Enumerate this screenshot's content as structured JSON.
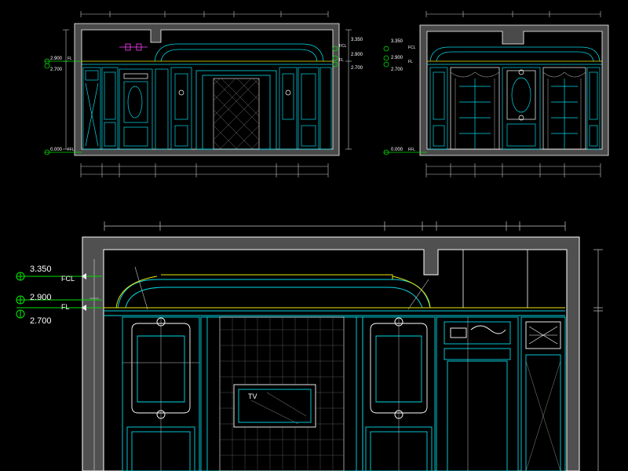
{
  "colors": {
    "background": "#000000",
    "wall": "#ffffff",
    "cyan": "#00d8e8",
    "yellow": "#e8e800",
    "green": "#00e000",
    "magenta": "#ff40ff",
    "dimension": "#c8c8c8"
  },
  "elevation_top_left": {
    "level_3350": "3.350",
    "level_2900": "2.900",
    "level_2700": "2.700",
    "level_0000": "0.000",
    "fcl": "FCL",
    "fl": "FL",
    "ffl": "FFL"
  },
  "elevation_top_right": {
    "level_3350": "3.350",
    "level_2900": "2.900",
    "level_2700": "2.700",
    "level_0000": "0.000",
    "fcl": "FCL",
    "fl": "FL",
    "ffl": "FFL"
  },
  "elevation_main": {
    "level_3350": "3.350",
    "level_2900": "2.900",
    "level_2700": "2.700",
    "fcl": "FCL",
    "fl": "FL",
    "tv_label": "TV"
  }
}
